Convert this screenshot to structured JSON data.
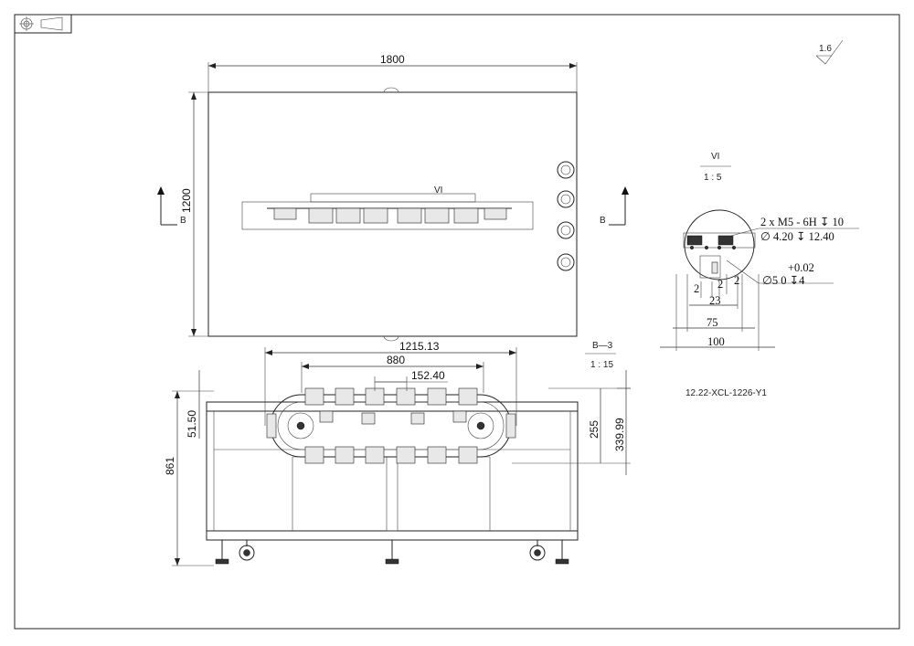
{
  "projection_symbol": "first-angle-projection-icon",
  "roughness": "1.6",
  "top_view": {
    "width": "1800",
    "height": "1200",
    "section_label": "B",
    "detail_label": "VI"
  },
  "detail": {
    "title": "VI",
    "scale": "1 : 5",
    "thread_note": "2 x  M5 - 6H ↧ 10",
    "drill_note": "∅ 4.20 ↧ 12.40",
    "tol_upper": "+0.02",
    "hole_note": "∅5  0   ↧4",
    "dims": [
      "2",
      "2",
      "2",
      "23",
      "75",
      "100"
    ]
  },
  "section_view": {
    "title": "B—3",
    "scale": "1 : 15",
    "dims_top": [
      "1215.13",
      "880",
      "152.40"
    ],
    "dim_left_small": "51.50",
    "dim_left": "861",
    "dim_right_a": "255",
    "dim_right_b": "339.99"
  },
  "part_code": "12.22-XCL-1226-Y1"
}
